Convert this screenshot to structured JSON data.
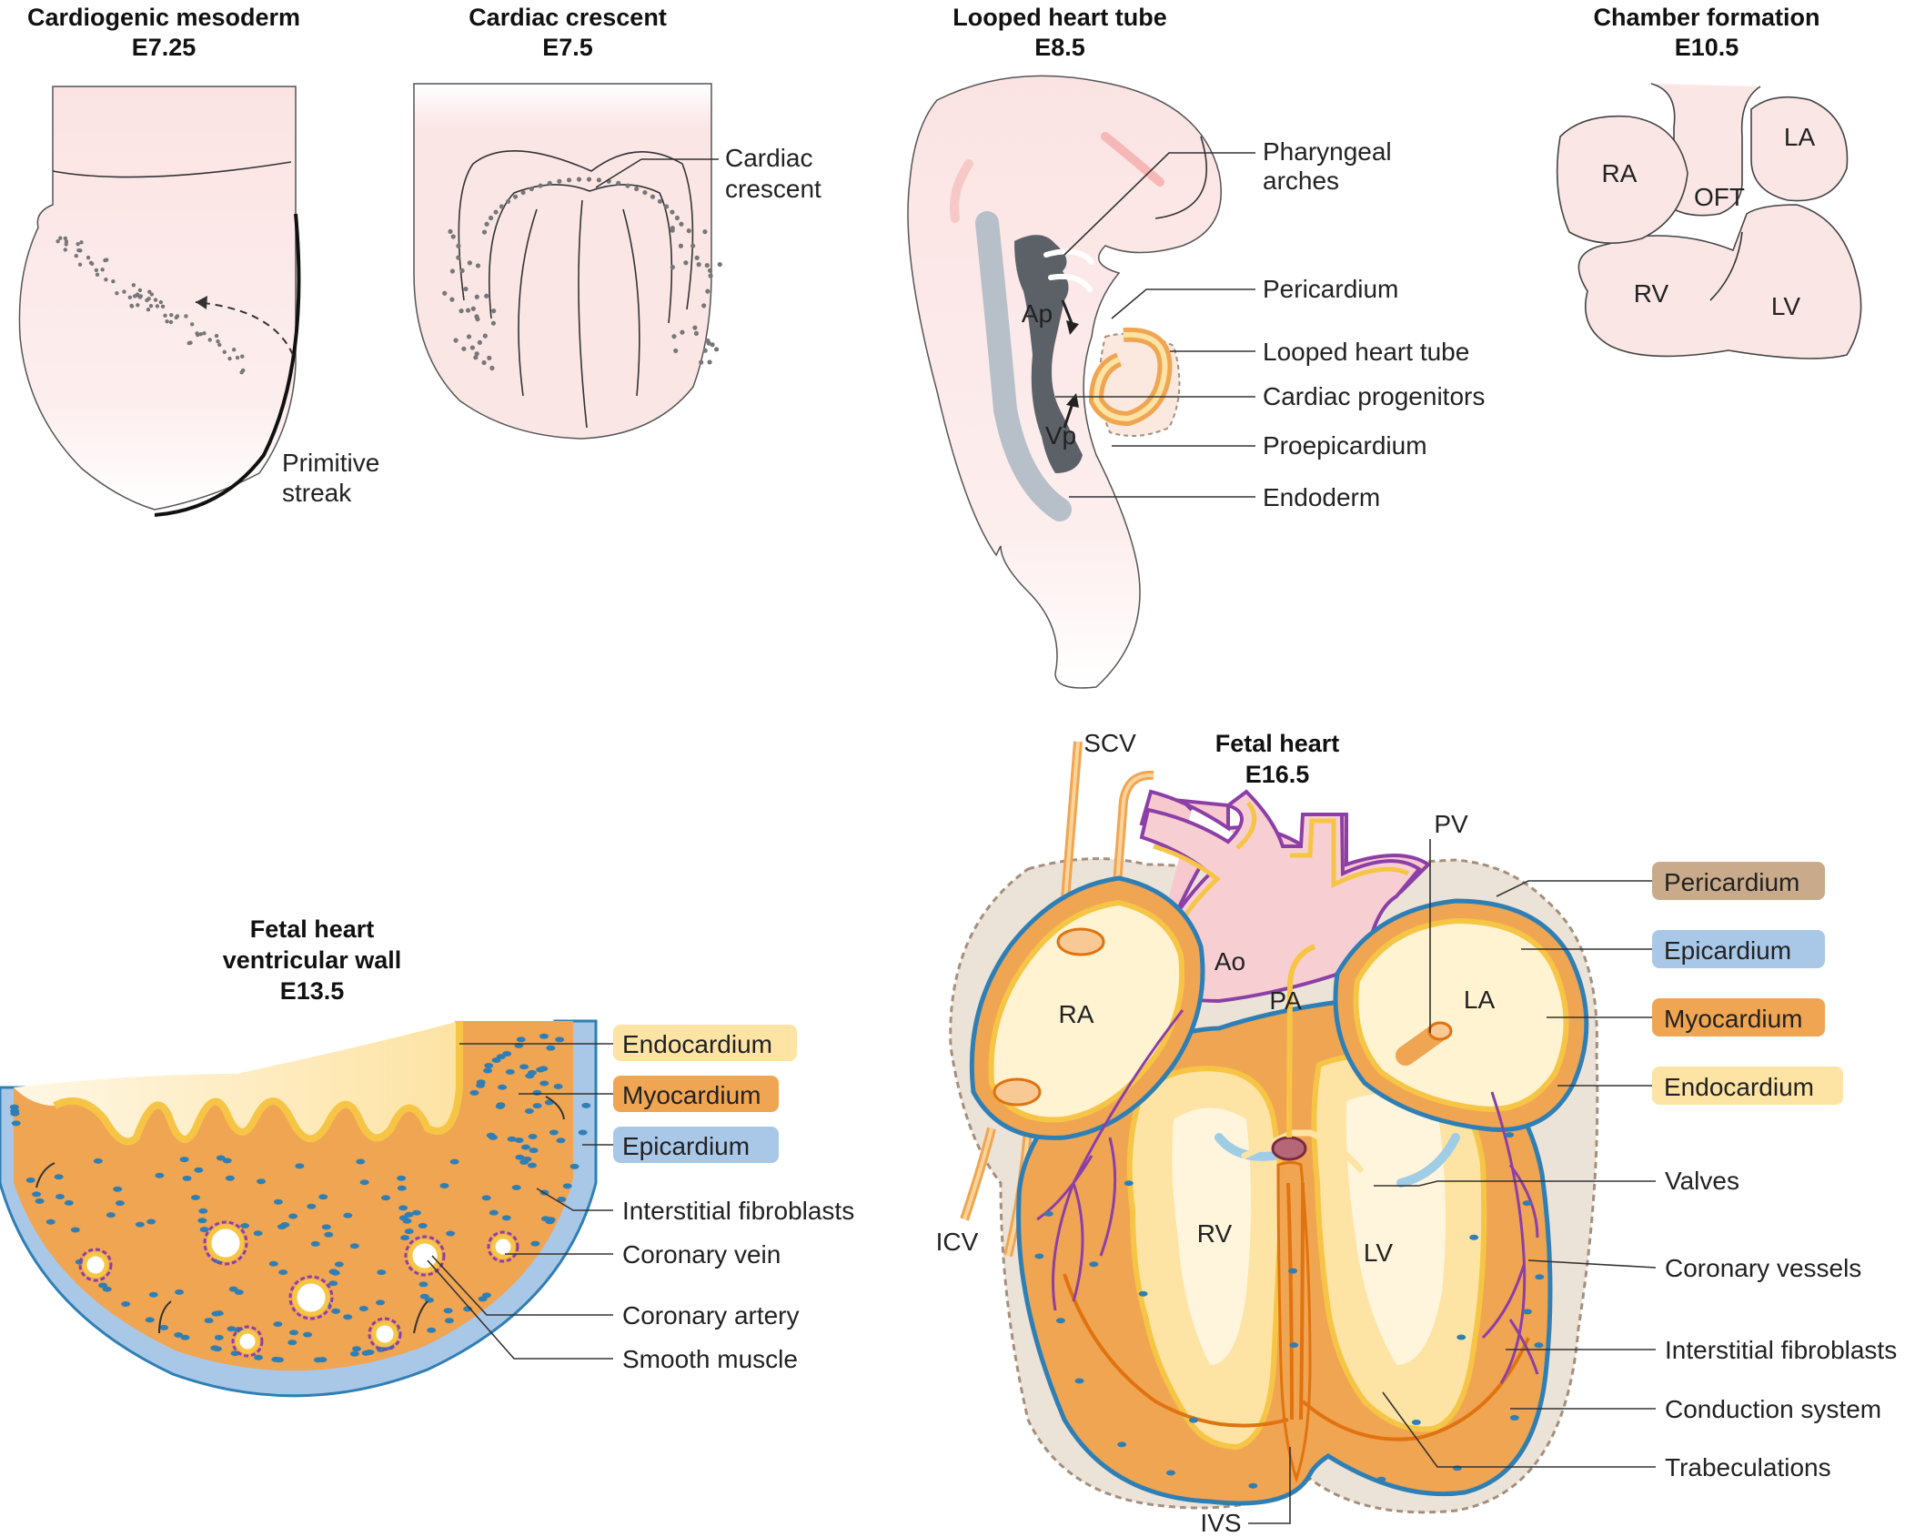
{
  "panels": {
    "cardiogenic": {
      "title": "Cardiogenic mesoderm",
      "stage": "E7.25",
      "labels": {
        "primitive_streak_1": "Primitive",
        "primitive_streak_2": "streak"
      }
    },
    "crescent": {
      "title": "Cardiac crescent",
      "stage": "E7.5",
      "labels": {
        "crescent_1": "Cardiac",
        "crescent_2": "crescent"
      }
    },
    "looped": {
      "title": "Looped heart tube",
      "stage": "E8.5",
      "inner": {
        "ap": "Ap",
        "vp": "Vp"
      },
      "labels": {
        "pharyngeal_1": "Pharyngeal",
        "pharyngeal_2": "arches",
        "pericardium": "Pericardium",
        "looped_tube": "Looped heart tube",
        "progenitors": "Cardiac progenitors",
        "proepicardium": "Proepicardium",
        "endoderm": "Endoderm"
      }
    },
    "chamber": {
      "title": "Chamber formation",
      "stage": "E10.5",
      "inner": {
        "ra": "RA",
        "la": "LA",
        "oft": "OFT",
        "rv": "RV",
        "lv": "LV"
      }
    },
    "wall": {
      "title_1": "Fetal heart",
      "title_2": "ventricular wall",
      "stage": "E13.5",
      "legend": {
        "endocardium": "Endocardium",
        "myocardium": "Myocardium",
        "epicardium": "Epicardium"
      },
      "labels": {
        "fibroblasts": "Interstitial fibroblasts",
        "vein": "Coronary vein",
        "artery": "Coronary artery",
        "smooth": "Smooth muscle"
      }
    },
    "fetal": {
      "title": "Fetal heart",
      "stage": "E16.5",
      "inner": {
        "scv": "SCV",
        "icv": "ICV",
        "pv": "PV",
        "ao": "Ao",
        "pa": "PA",
        "ra": "RA",
        "la": "LA",
        "rv": "RV",
        "lv": "LV",
        "ivs": "IVS"
      },
      "legend": {
        "pericardium": "Pericardium",
        "epicardium": "Epicardium",
        "myocardium": "Myocardium",
        "endocardium": "Endocardium"
      },
      "labels": {
        "valves": "Valves",
        "coronary": "Coronary vessels",
        "fibroblasts": "Interstitial fibroblasts",
        "conduction": "Conduction system",
        "trabeculations": "Trabeculations"
      }
    }
  },
  "colors": {
    "embryo": "#fbe6e6",
    "myocardium": "#f0a552",
    "endocardium": "#fde3a4",
    "epicardium": "#a9c8e8",
    "pericardium": "#c9ab8c",
    "pericardial_space": "#ece3d8",
    "vessel": "#8c3fa6",
    "conduction": "#e0730f",
    "cell": "#2f7fb5"
  }
}
